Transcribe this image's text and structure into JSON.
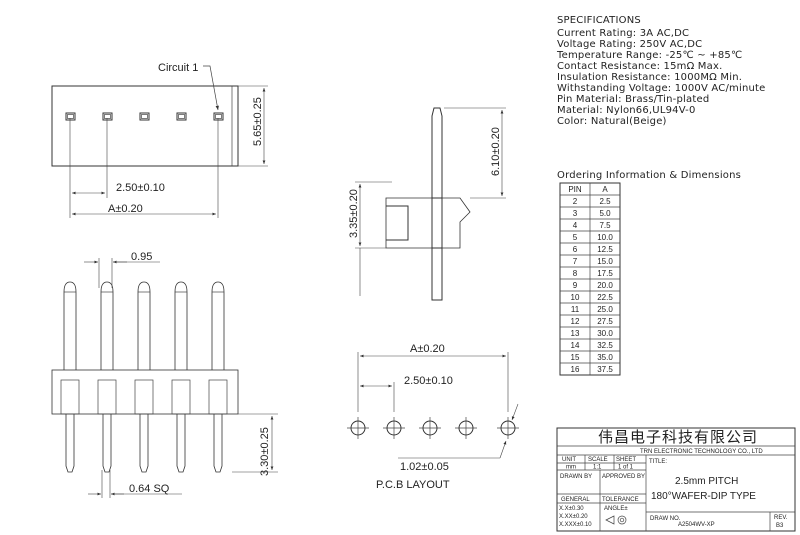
{
  "specifications": {
    "heading": "SPECIFICATIONS",
    "lines": [
      "Current Rating:  3A AC,DC",
      "Voltage Rating:  250V AC,DC",
      "Temperature Range:  -25℃ ~ +85℃",
      "Contact Resistance:  15mΩ Max.",
      "Insulation Resistance:  1000MΩ Min.",
      "Withstanding Voltage:  1000V AC/minute",
      "Pin Material:  Brass/Tin-plated",
      "Material:  Nylon66,UL94V-0",
      "Color:  Natural(Beige)"
    ]
  },
  "ordering": {
    "heading": "Ordering Information & Dimensions",
    "columns": [
      "PIN",
      "A"
    ],
    "rows": [
      [
        "2",
        "2.5"
      ],
      [
        "3",
        "5.0"
      ],
      [
        "4",
        "7.5"
      ],
      [
        "5",
        "10.0"
      ],
      [
        "6",
        "12.5"
      ],
      [
        "7",
        "15.0"
      ],
      [
        "8",
        "17.5"
      ],
      [
        "9",
        "20.0"
      ],
      [
        "10",
        "22.5"
      ],
      [
        "11",
        "25.0"
      ],
      [
        "12",
        "27.5"
      ],
      [
        "13",
        "30.0"
      ],
      [
        "14",
        "32.5"
      ],
      [
        "15",
        "35.0"
      ],
      [
        "16",
        "37.5"
      ]
    ]
  },
  "dimensions": {
    "circuit1": "Circuit 1",
    "height_top": "5.65±0.25",
    "pitch_top": "2.50±0.10",
    "a_top": "A±0.20",
    "pin_width": "0.95",
    "pin_sq": "0.64 SQ",
    "pin_tail": "3.30±0.25",
    "side_pin_upper": "6.10±0.20",
    "side_body": "3.35±0.20",
    "pcb_a": "A±0.20",
    "pcb_pitch": "2.50±0.10",
    "pcb_hole": "1.02±0.05",
    "pcb_label": "P.C.B LAYOUT"
  },
  "title_block": {
    "company_cn": "伟昌电子科技有限公司",
    "company_en": "TRN ELECTRONIC TECHNOLOGY CO., LTD",
    "unit_label": "UNIT",
    "unit_value": "mm",
    "scale_label": "SCALE",
    "scale_value": "1:1",
    "sheet_label": "SHEET",
    "sheet_value": "1 of 1",
    "title_label": "TITLE:",
    "title_line1": "2.5mm PITCH",
    "title_line2": "180°WAFER-DIP TYPE",
    "drawn_by": "DRAWN BY",
    "approved_by": "APPROVED BY",
    "general": "GENERAL",
    "tolerance": "TOLERANCE",
    "tol_1": "X.X±0.30",
    "tol_2": "X.XX±0.20",
    "tol_3": "X.XXX±0.10",
    "angle": "ANGLE±",
    "draw_no_label": "DRAW NO.",
    "draw_no_value": "A2504WV-XP",
    "rev_label": "REV.",
    "rev_value": "B3"
  },
  "colors": {
    "line": "#333333",
    "background": "#ffffff"
  }
}
